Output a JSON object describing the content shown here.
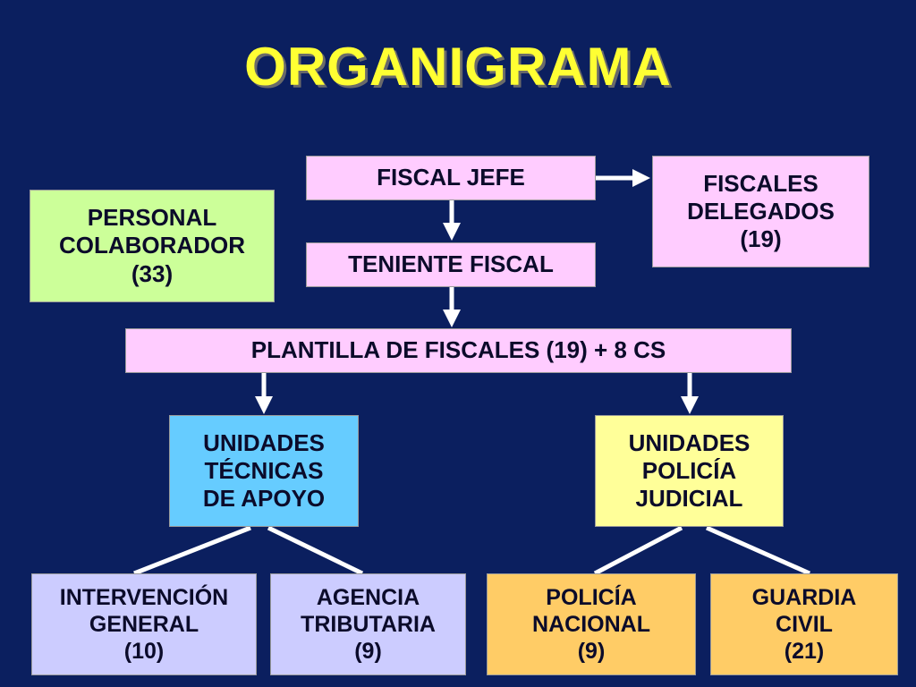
{
  "title": "ORGANIGRAMA",
  "nodes": {
    "fiscal_jefe": [
      "FISCAL JEFE"
    ],
    "fiscales_delegados": [
      "FISCALES",
      "DELEGADOS",
      "(19)"
    ],
    "personal_colaborador": [
      "PERSONAL",
      "COLABORADOR",
      "(33)"
    ],
    "teniente_fiscal": [
      "TENIENTE FISCAL"
    ],
    "plantilla": [
      "PLANTILLA DE FISCALES (19) + 8 CS"
    ],
    "unidades_tecnicas": [
      "UNIDADES",
      "TÉCNICAS",
      "DE APOYO"
    ],
    "unidades_policia": [
      "UNIDADES",
      "POLICÍA",
      "JUDICIAL"
    ],
    "intervencion": [
      "INTERVENCIÓN",
      "GENERAL",
      "(10)"
    ],
    "agencia": [
      "AGENCIA",
      "TRIBUTARIA",
      "(9)"
    ],
    "policia_nacional": [
      "POLICÍA",
      "NACIONAL",
      "(9)"
    ],
    "guardia_civil": [
      "GUARDIA",
      "CIVIL",
      "(21)"
    ]
  },
  "colors": {
    "background": "#0b1f5f",
    "title": "#ffff33",
    "connector": "#ffffff"
  }
}
